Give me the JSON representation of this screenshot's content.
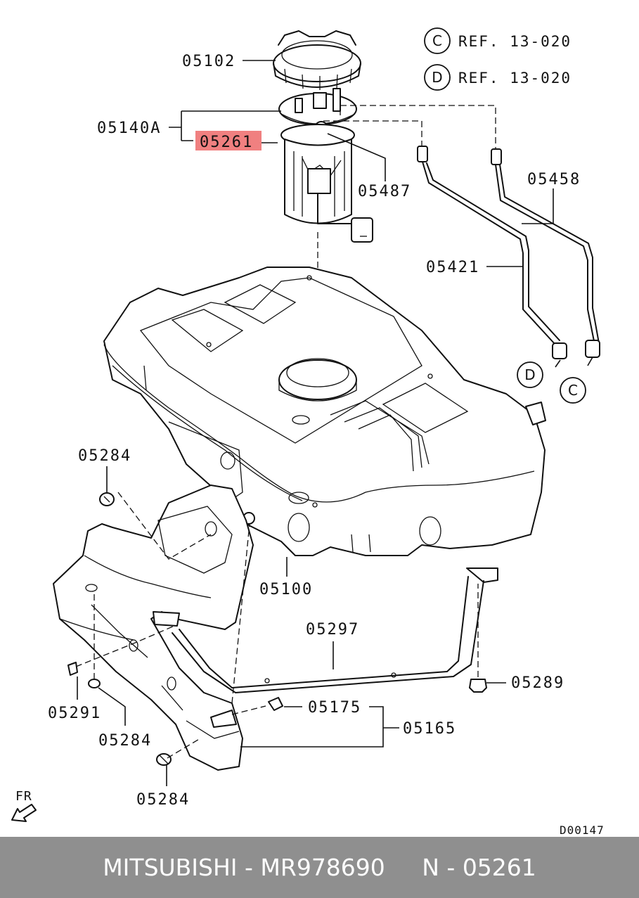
{
  "diagram": {
    "refs": [
      {
        "letter": "C",
        "text": "REF. 13-020"
      },
      {
        "letter": "D",
        "text": "REF. 13-020"
      }
    ],
    "labels": {
      "p05102": "05102",
      "p05140A": "05140A",
      "p05261": "05261",
      "p05487": "05487",
      "p05458": "05458",
      "p05421": "05421",
      "p05284_a": "05284",
      "p05100": "05100",
      "p05297": "05297",
      "p05289": "05289",
      "p05291": "05291",
      "p05284_b": "05284",
      "p05175": "05175",
      "p05165": "05165",
      "p05284_c": "05284"
    },
    "connector_markers": {
      "d": "D",
      "c": "C"
    },
    "front_indicator": "FR",
    "drawing_code": "D00147",
    "highlight_color": "#f08080"
  },
  "footer": {
    "text": "MITSUBISHI - MR978690     N - 05261",
    "background": "#8f8f8f"
  }
}
